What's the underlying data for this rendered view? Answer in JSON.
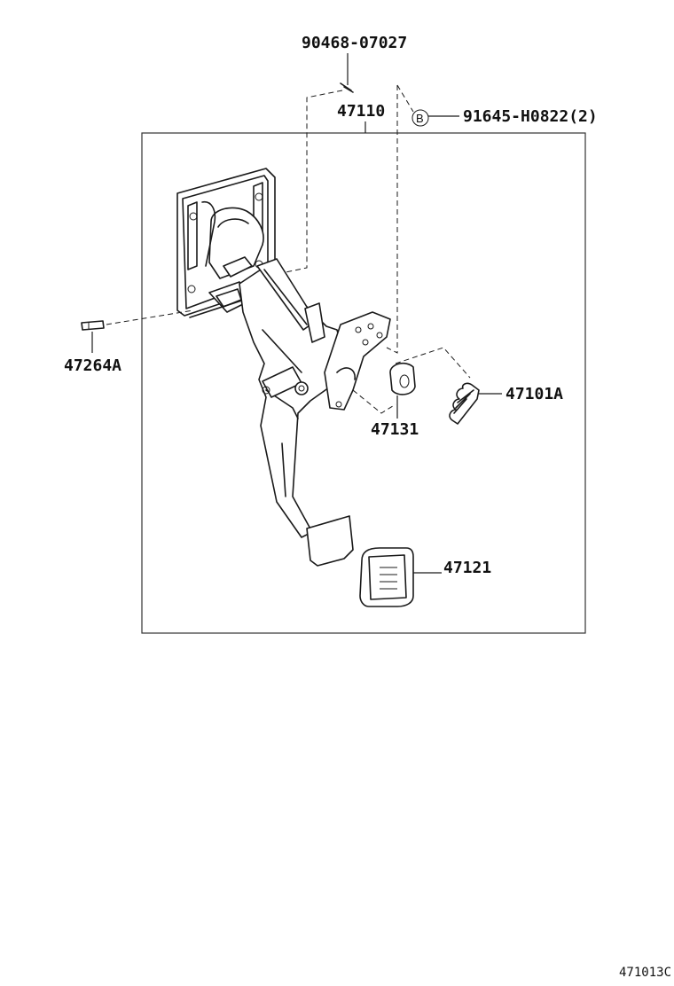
{
  "diagram": {
    "labels": {
      "bolt_top": "90468-07027",
      "pedal_assy": "47110",
      "clip_marker": "B",
      "clip_part": "91645-H0822(2)",
      "pin": "47264A",
      "spring": "47101A",
      "bushing": "47131",
      "pedal_pad": "47121"
    },
    "reference_code": "471013C"
  }
}
